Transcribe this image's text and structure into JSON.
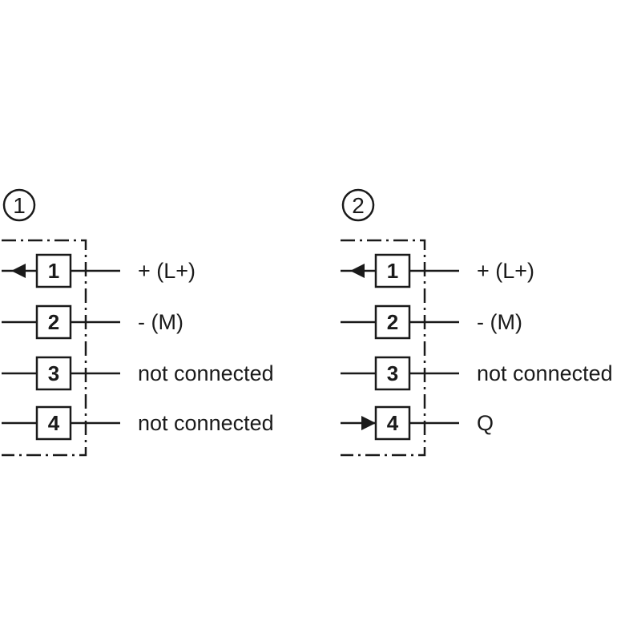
{
  "diagrams": [
    {
      "number": "1",
      "pins": [
        {
          "pin": "1",
          "label": "+ (L+)",
          "arrow": "out"
        },
        {
          "pin": "2",
          "label": "- (M)",
          "arrow": "none"
        },
        {
          "pin": "3",
          "label": "not connected",
          "arrow": "none"
        },
        {
          "pin": "4",
          "label": "not connected",
          "arrow": "none"
        }
      ]
    },
    {
      "number": "2",
      "pins": [
        {
          "pin": "1",
          "label": "+ (L+)",
          "arrow": "out"
        },
        {
          "pin": "2",
          "label": "- (M)",
          "arrow": "none"
        },
        {
          "pin": "3",
          "label": "not connected",
          "arrow": "none"
        },
        {
          "pin": "4",
          "label": "Q",
          "arrow": "in"
        }
      ]
    }
  ],
  "colors": {
    "ink": "#1a1a1a",
    "background": "#ffffff"
  }
}
